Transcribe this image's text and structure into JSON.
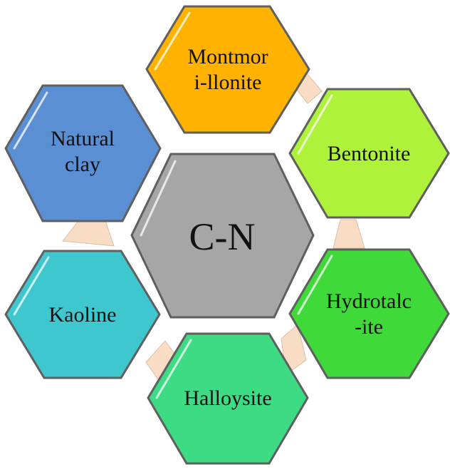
{
  "center": {
    "label": "C-N",
    "color": "#a6a6a6"
  },
  "nodes": {
    "montmorillonite": {
      "lines": [
        "Montmor",
        "i-llonite"
      ],
      "color": "#ffb300"
    },
    "bentonite": {
      "lines": [
        "Bentonite"
      ],
      "color": "#aef23c"
    },
    "hydrotalcite": {
      "lines": [
        "Hydrotalc",
        "-ite"
      ],
      "color": "#3fd93a"
    },
    "halloysite": {
      "lines": [
        "Halloysite"
      ],
      "color": "#3ddc84"
    },
    "kaoline": {
      "lines": [
        "Kaoline"
      ],
      "color": "#3fc7cf"
    },
    "natural_clay": {
      "lines": [
        "Natural",
        "clay"
      ],
      "color": "#5b8fd4"
    }
  },
  "connector_color": "#f8ddc4",
  "outline_color": "#5f5f5f"
}
